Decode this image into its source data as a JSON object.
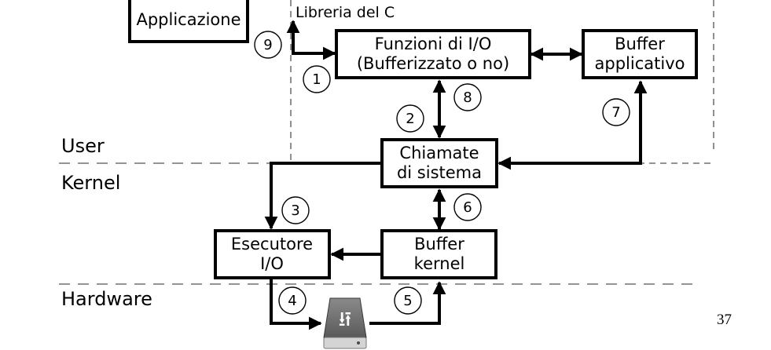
{
  "layers": {
    "user": "User",
    "kernel": "Kernel",
    "hardware": "Hardware"
  },
  "library_label": "Libreria del C",
  "boxes": {
    "applicazione": [
      "Applicazione"
    ],
    "funzioni_io": [
      "Funzioni di I/O",
      "(Bufferizzato o no)"
    ],
    "buffer_applicativo": [
      "Buffer",
      "applicativo"
    ],
    "chiamate": [
      "Chiamate",
      "di sistema"
    ],
    "esecutore": [
      "Esecutore",
      "I/O"
    ],
    "buffer_kernel": [
      "Buffer",
      "kernel"
    ]
  },
  "steps": [
    "1",
    "2",
    "3",
    "4",
    "5",
    "6",
    "7",
    "8",
    "9"
  ],
  "device": {
    "icon": "usb-drive-icon",
    "symbol": "⭿"
  },
  "page_number": "37"
}
